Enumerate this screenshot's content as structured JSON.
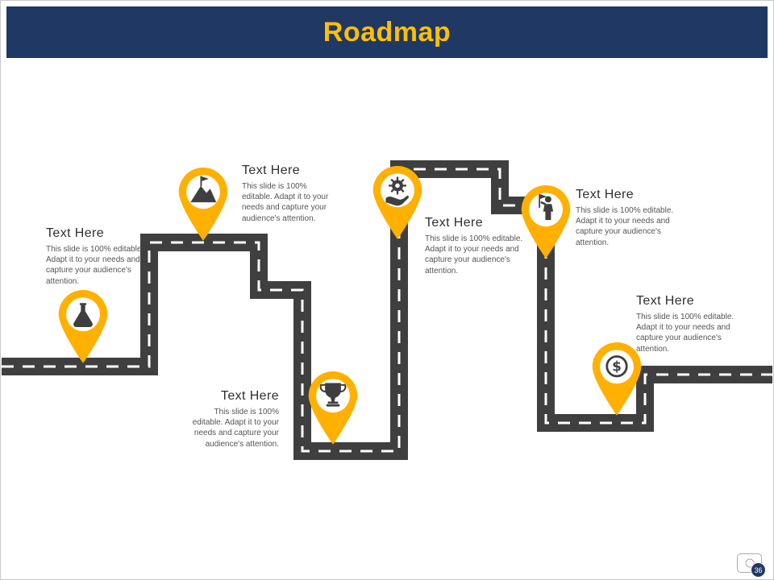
{
  "slide": {
    "title": "Roadmap",
    "colors": {
      "header_bg": "#1F3864",
      "title_text": "#FFC000",
      "road": "#3F3F3F",
      "road_dash": "#FFFFFF",
      "pin_fill": "#FFB000",
      "icon_fill": "#3F3F3F",
      "badge_bg": "#203864"
    }
  },
  "milestones": [
    {
      "title": "Text Here",
      "body": "This slide is 100% editable. Adapt it to your needs and capture your audience's attention.",
      "icon": "flask-icon"
    },
    {
      "title": "Text Here",
      "body": "This slide is 100% editable. Adapt it to your needs and capture your audience's attention.",
      "icon": "mountain-flag-icon"
    },
    {
      "title": "Text Here",
      "body": "This slide is 100% editable. Adapt it to your needs and capture your audience's attention.",
      "icon": "gear-hand-icon"
    },
    {
      "title": "Text Here",
      "body": "This slide is 100% editable. Adapt it to your needs and capture your audience's attention.",
      "icon": "trophy-icon"
    },
    {
      "title": "Text Here",
      "body": "This slide is 100% editable. Adapt it to your needs and capture your audience's attention.",
      "icon": "winner-icon"
    },
    {
      "title": "Text Here",
      "body": "This slide is 100% editable. Adapt it to your needs and capture your audience's attention.",
      "icon": "dollar-icon"
    }
  ],
  "footer": {
    "page_number": "36"
  }
}
